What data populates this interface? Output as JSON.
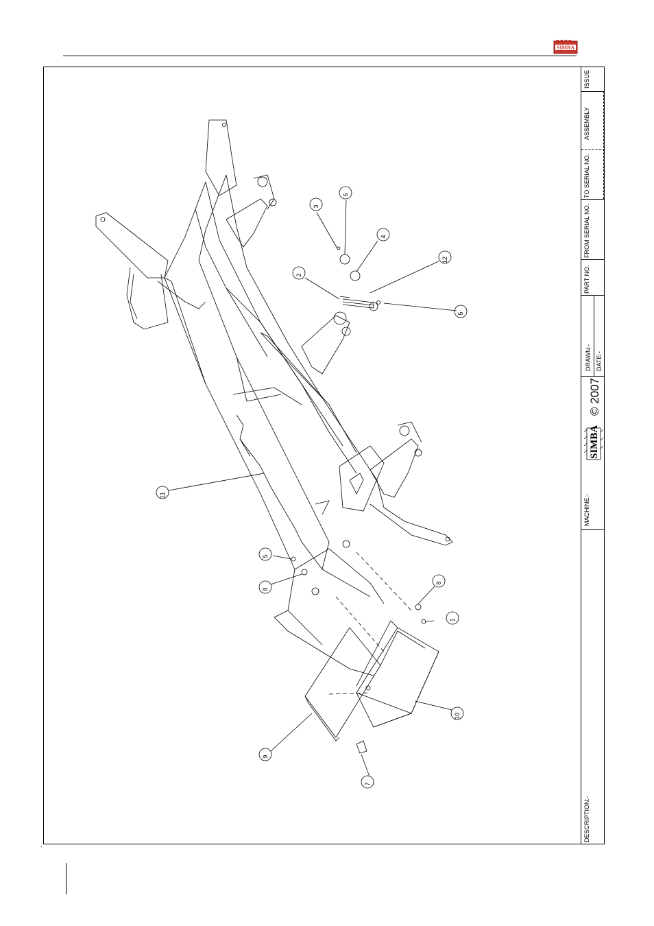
{
  "header": {
    "logo_text": "SIMBA"
  },
  "title_block": {
    "issue_label": "ISSUE",
    "assembly_label": "ASSEMBLY",
    "to_serial_label": "TO SERIAL NO.",
    "from_serial_label": "FROM SERIAL NO.",
    "part_no_label": "PART NO.",
    "drawn_label": "DRAWN:-",
    "date_label": "DATE:-",
    "brand": "SIMBA",
    "copyright": "© 2007",
    "machine_label": "MACHINE:-",
    "description_label": "DESCRIPTION:-"
  },
  "balloons": [
    "1",
    "2",
    "3",
    "4",
    "5",
    "5",
    "5",
    "6",
    "7",
    "8",
    "8",
    "9",
    "10",
    "11",
    "12"
  ],
  "colors": {
    "line": "#000000",
    "logo_red": "#c8362a"
  }
}
